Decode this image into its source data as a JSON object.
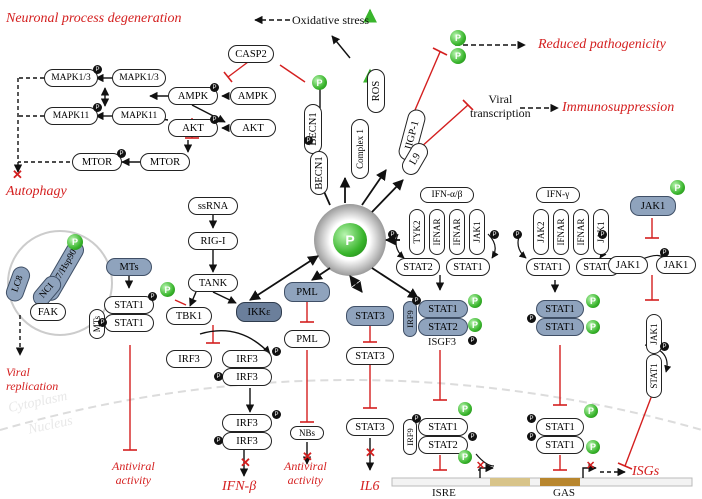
{
  "outcomes": {
    "neuronal": "Neuronal process degeneration",
    "oxidative": "Oxidative stress",
    "reduced_path": "Reduced pathogenicity",
    "immuno": "Immunosuppression",
    "viral_transcription": "Viral\ntranscription",
    "autophagy": "Autophagy",
    "viral_replication": "Viral\nreplication",
    "antiviral1": "Antiviral\nactivity",
    "ifnb": "IFN-β",
    "antiviral2": "Antiviral\nactivity",
    "il6": "IL6",
    "isgs": "ISGs"
  },
  "nodes": {
    "casp2": "CASP2",
    "ampk_p": "AMPK",
    "ampk": "AMPK",
    "akt_p": "AKT",
    "akt": "AKT",
    "mapk13_a": "MAPK1/3",
    "mapk13_b": "MAPK1/3",
    "mapk11_a": "MAPK11",
    "mapk11_b": "MAPK11",
    "mtor_a": "MTOR",
    "mtor_b": "MTOR",
    "becn1_a": "BECN1",
    "becn1_b": "BECN1",
    "ros": "ROS",
    "complex1": "Complex 1",
    "iigp1": "IIGP-1",
    "l9": "L9",
    "ssrna": "ssRNA",
    "rigi": "RIG-I",
    "tank": "TANK",
    "tbk1": "TBK1",
    "ikke": "IKKε",
    "irf3_a": "IRF3",
    "irf3_b1": "IRF3",
    "irf3_b2": "IRF3",
    "irf3_c1": "IRF3",
    "irf3_c2": "IRF3",
    "pml_a": "PML",
    "pml_b": "PML",
    "nbs": "NBs",
    "stat3_a": "STAT3",
    "stat3_b": "STAT3",
    "stat3_c": "STAT3",
    "mts_a": "MTs",
    "mts_b": "MTs",
    "stat1_l1": "STAT1",
    "stat1_l2": "STAT1",
    "cdc7": "Cdc7/Hsp90",
    "lc8": "LC8",
    "nci": "NCI",
    "fak": "FAK",
    "ifnab": "IFN-α/β",
    "tyk2": "TYK2",
    "ifnar_a": "IFNAR",
    "ifnar_b": "IFNAR",
    "jak1_a": "JAK1",
    "stat2_a": "STAT2",
    "stat1_a": "STAT1",
    "irf9_a": "IRF9",
    "stat1_b": "STAT1",
    "stat2_b": "STAT2",
    "isgf3": "ISGF3",
    "irf9_b": "IRF9",
    "stat1_c": "STAT1",
    "stat2_c": "STAT2",
    "ifng": "IFN-γ",
    "jak2": "JAK2",
    "ifngr_a": "IFNAR",
    "ifngr_b": "IFNAR",
    "jak1_b": "JAK1",
    "stat1_g1": "STAT1",
    "stat1_g2": "STAT1",
    "stat1_g3": "STAT1",
    "stat1_g4": "STAT1",
    "stat1_g5": "STAT1",
    "stat1_g6": "STAT1",
    "jak1_c": "JAK1",
    "jak1_d": "JAK1",
    "jak1_e": "JAK1",
    "jak1_f": "JAK1",
    "stat1_r": "STAT1",
    "center_p": "P",
    "p": "P"
  },
  "compartments": {
    "cytoplasm": "Cytoplasm",
    "nucleus": "Nucleus"
  },
  "promoters": {
    "isre": "ISRE",
    "gas": "GAS"
  },
  "colors": {
    "red": "#d41f1f",
    "green": "#39b52c",
    "blue_node": "#8fa3bd",
    "black": "#111111"
  }
}
